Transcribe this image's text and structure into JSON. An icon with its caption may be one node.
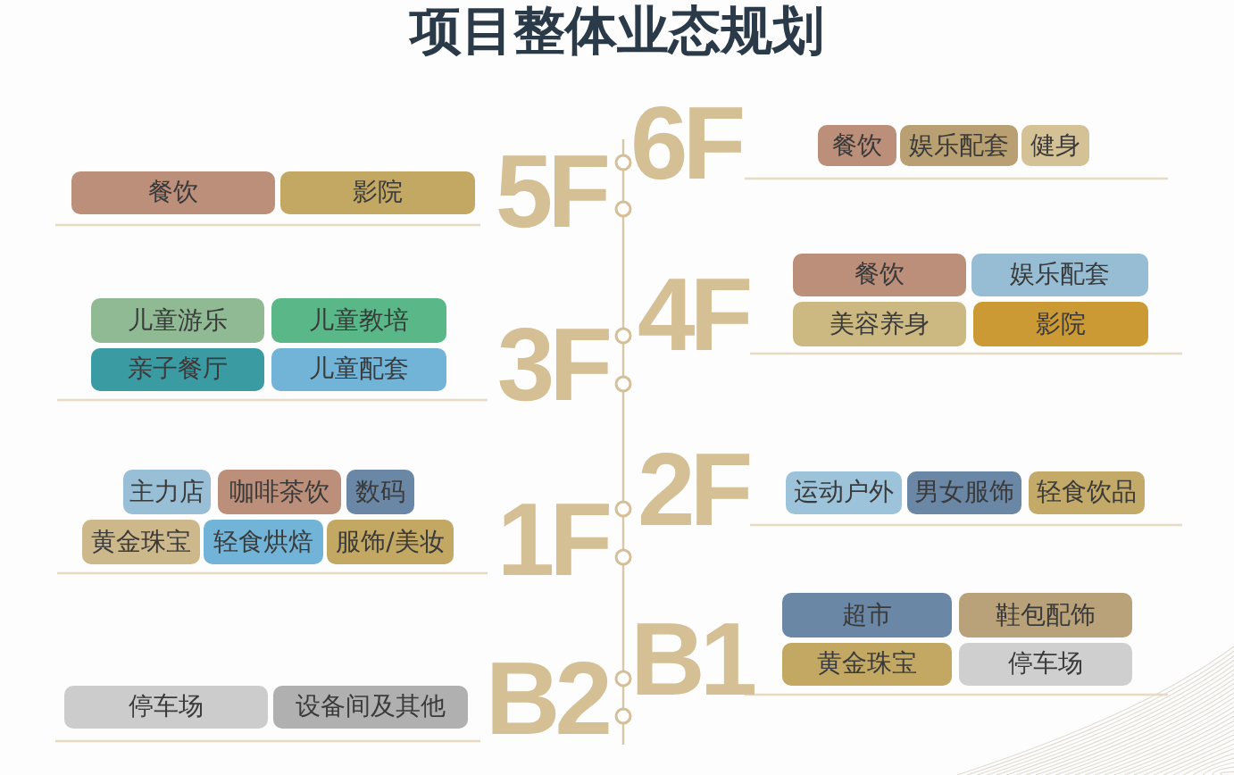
{
  "diagram": {
    "title": "项目整体业态规划",
    "nodes": [
      {
        "text": [
          "餐饮"
        ]
      },
      {
        "text": [
          "娱乐配套"
        ]
      },
      {
        "text": [
          "健身"
        ]
      },
      {
        "text": [
          "餐饮"
        ]
      },
      {
        "text": [
          "影院"
        ]
      },
      {
        "text": [
          "餐饮"
        ]
      },
      {
        "text": [
          "娱乐配套"
        ]
      },
      {
        "text": [
          "美容养身"
        ]
      },
      {
        "text": [
          "影院"
        ]
      },
      {
        "text": [
          "儿童游乐"
        ]
      },
      {
        "text": [
          "儿童教培"
        ]
      },
      {
        "text": [
          "亲子餐厅"
        ]
      },
      {
        "text": [
          "儿童配套"
        ]
      },
      {
        "text": [
          "运动户外"
        ]
      },
      {
        "text": [
          "男女服饰"
        ]
      },
      {
        "text": [
          "轻食饮品"
        ]
      },
      {
        "text": [
          "主力店"
        ]
      },
      {
        "text": [
          "咖啡茶饮"
        ]
      },
      {
        "text": [
          "数码"
        ]
      },
      {
        "text": [
          "黄金珠宝"
        ]
      },
      {
        "text": [
          "轻食烘焙"
        ]
      },
      {
        "text": [
          "服饰/美妆"
        ]
      },
      {
        "text": [
          "超市"
        ]
      },
      {
        "text": [
          "鞋包配饰"
        ]
      },
      {
        "text": [
          "黄金珠宝"
        ]
      },
      {
        "text": [
          "停车场"
        ]
      },
      {
        "text": [
          "停车场"
        ]
      },
      {
        "text": [
          "设备间及其他"
        ]
      }
    ],
    "labels": [
      "6F",
      "5F",
      "4F",
      "3F",
      "2F",
      "1F",
      "B1",
      "B2"
    ]
  }
}
